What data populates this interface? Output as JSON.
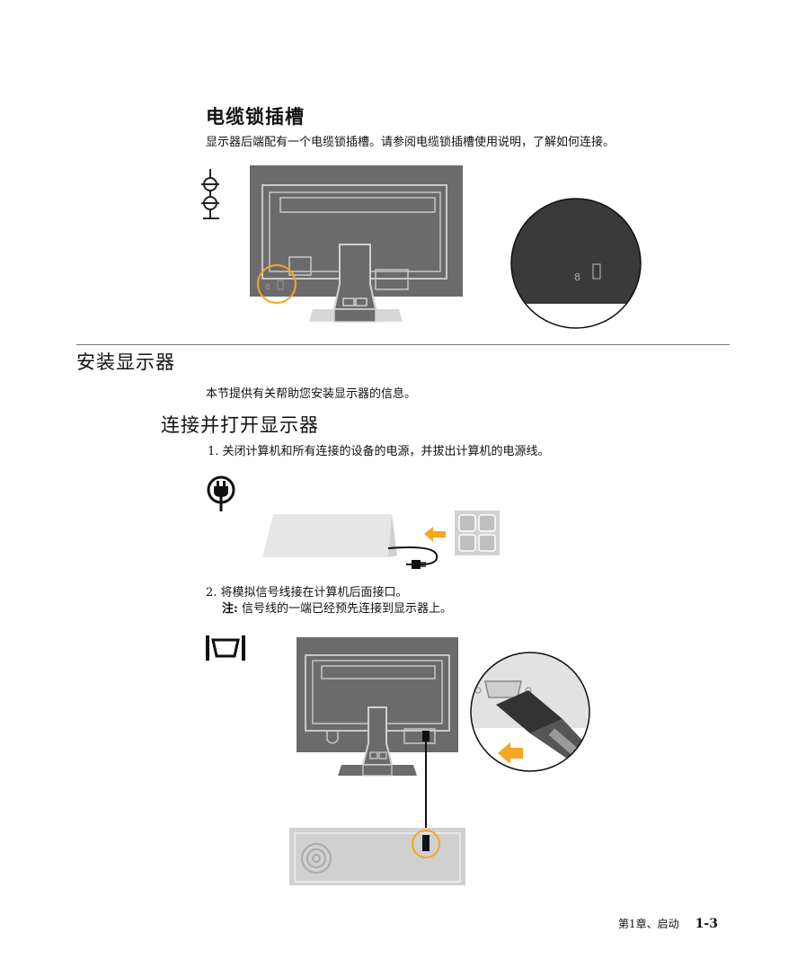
{
  "cable_lock": {
    "title": "电缆锁插槽",
    "description": "显示器后端配有一个电缆锁插槽。请参阅电缆锁插槽使用说明，了解如何连接。"
  },
  "setup": {
    "title": "安装显示器",
    "intro": "本节提供有关帮助您安装显示器的信息。"
  },
  "connect": {
    "title": "连接并打开显示器",
    "step1": "1. 关闭计算机和所有连接的设备的电源，并拔出计算机的电源线。",
    "step2": "2. 将模拟信号线接在计算机后面接口。",
    "note_label": "注:",
    "note_text": " 信号线的一端已经预先连接到显示器上。"
  },
  "footer": {
    "chapter": "第1章、启动",
    "page": "1-3"
  },
  "colors": {
    "monitor_gray": "#6b6b6b",
    "highlight_orange": "#f5a623",
    "dark_panel": "#3a3a3a"
  }
}
